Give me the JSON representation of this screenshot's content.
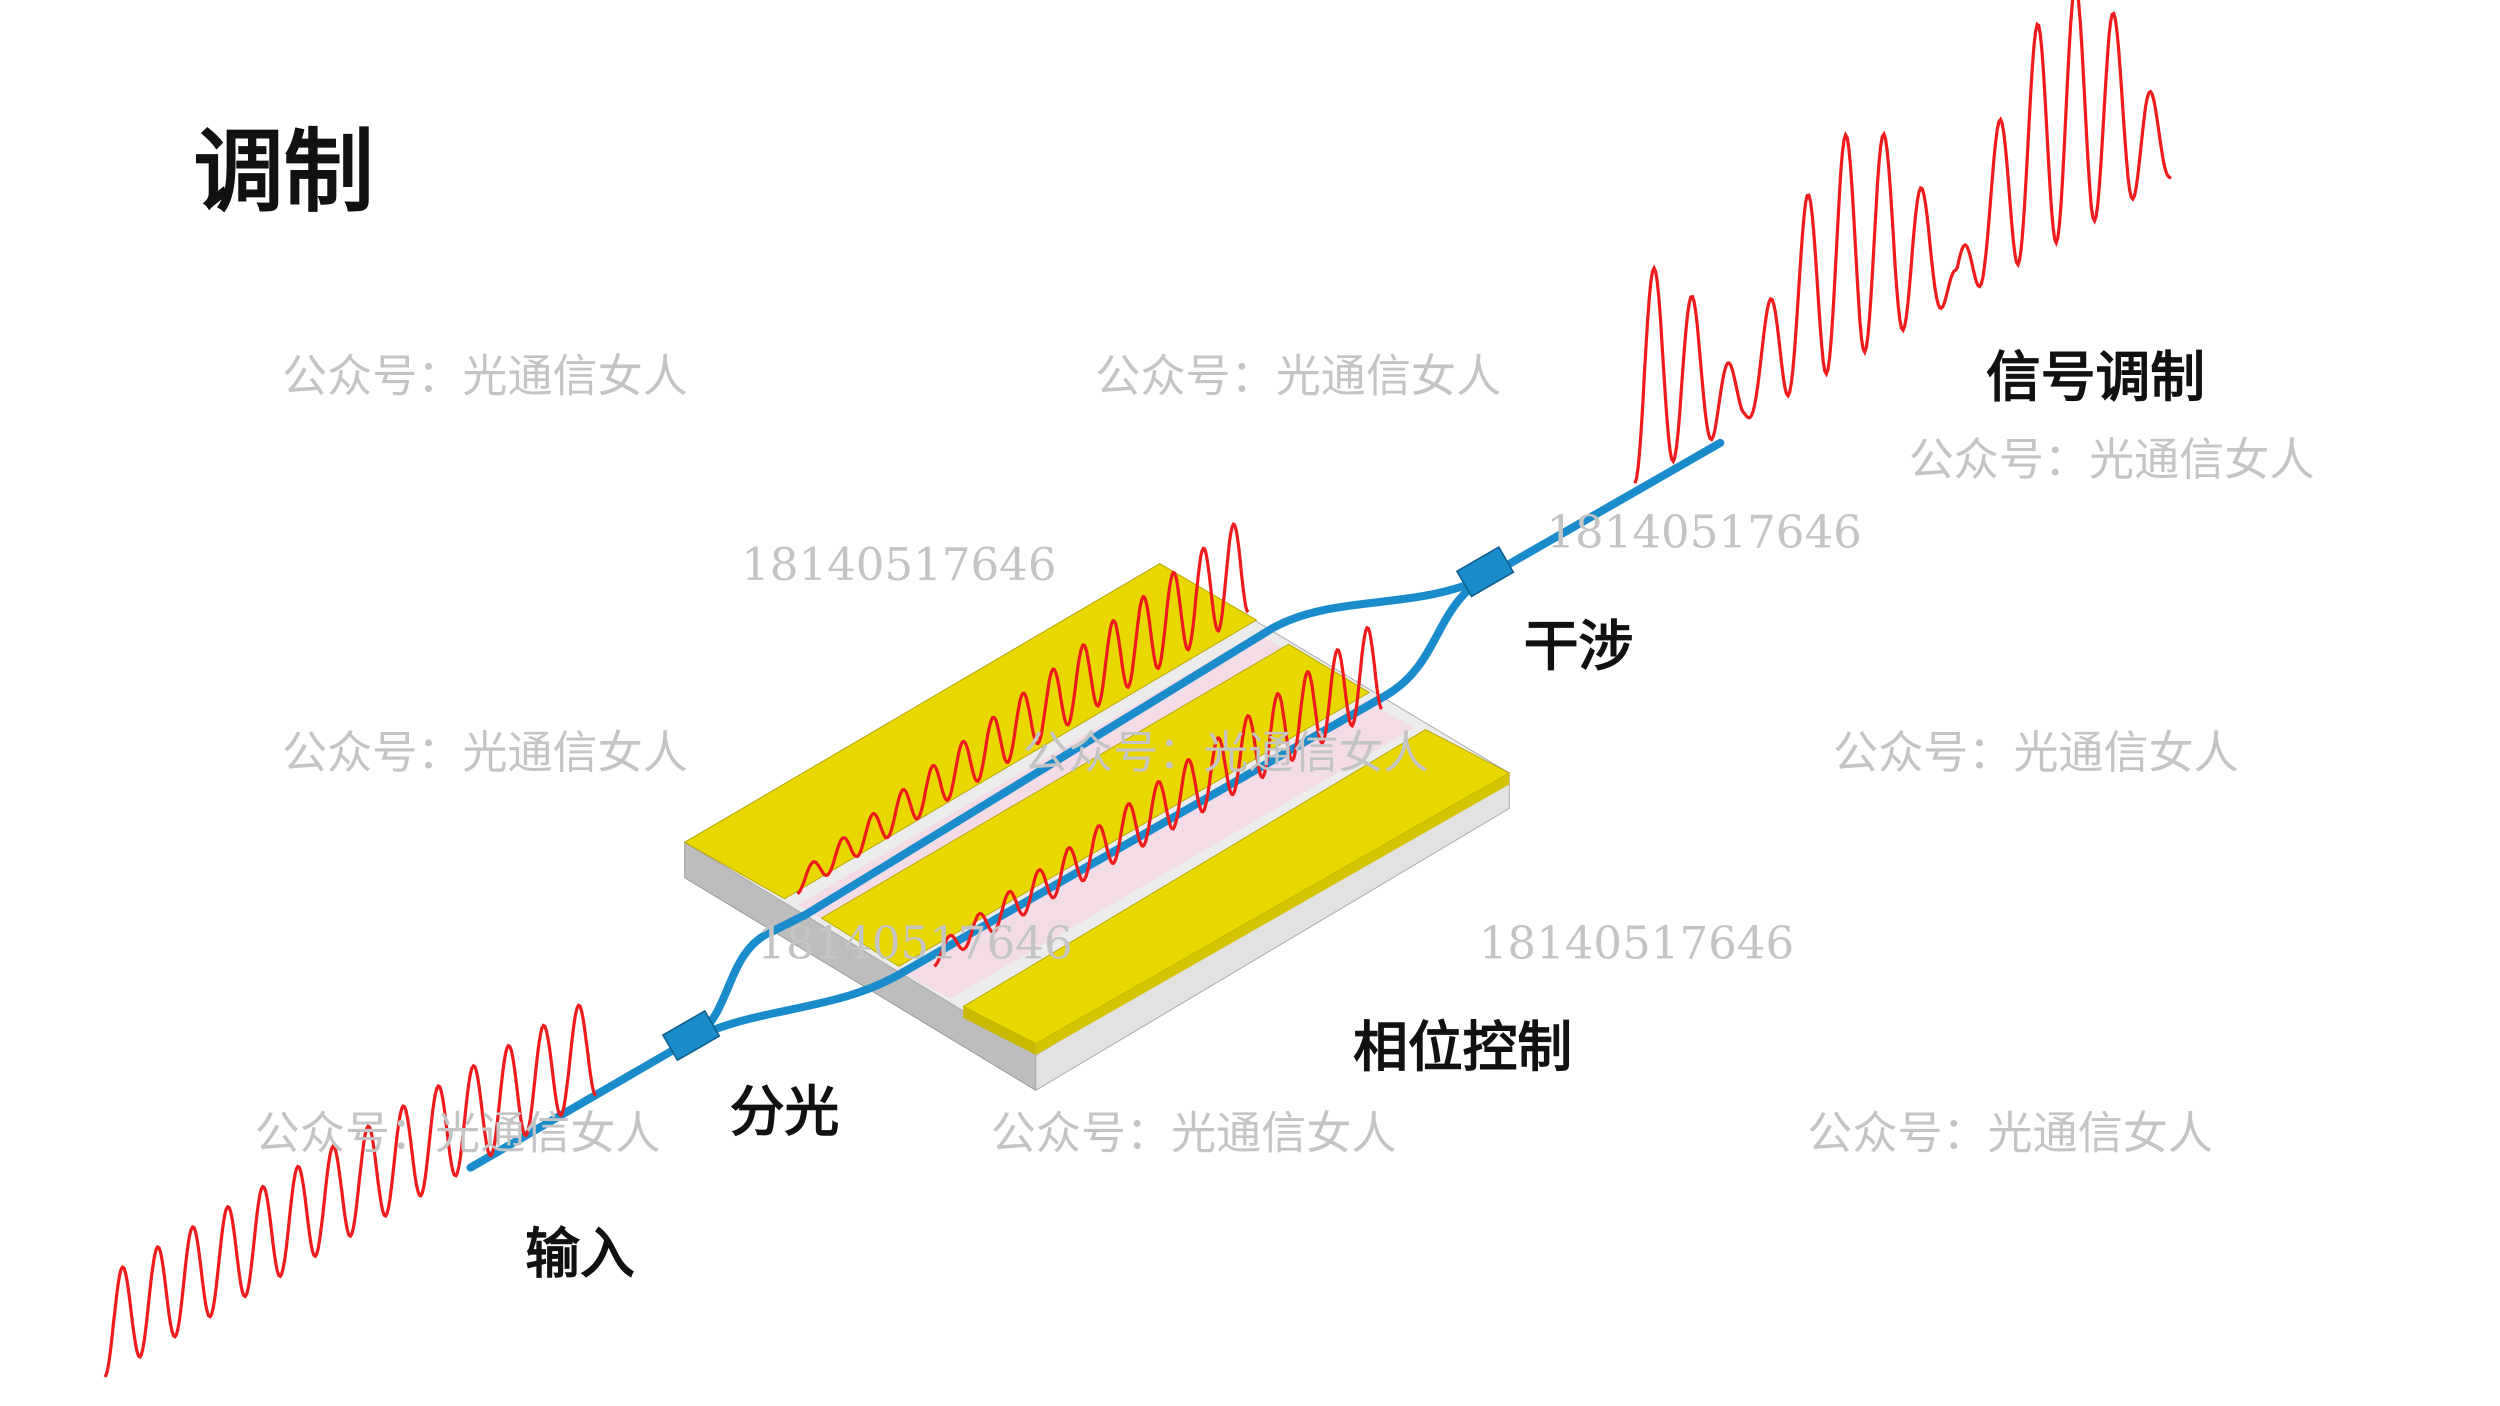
{
  "title": "调制",
  "labels": {
    "input": "输入",
    "split": "分光",
    "phase_control": "相位控制",
    "interference": "干涉",
    "signal_modulation": "信号调制"
  },
  "watermarks": {
    "account": "公众号：光通信女人",
    "phone": "18140517646"
  },
  "colors": {
    "electrode": "#e8d800",
    "waveguide": "#1a8ccc",
    "wave": "#ee1c1c",
    "substrate": "#d9d9d9"
  }
}
